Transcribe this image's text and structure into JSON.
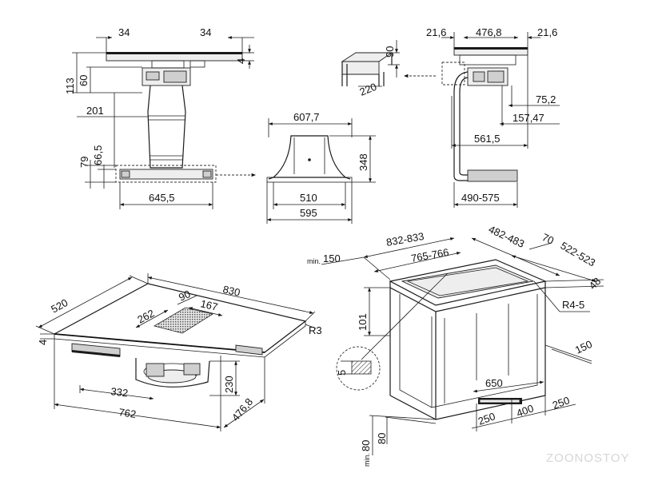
{
  "top_left_view": {
    "d_34_left": "34",
    "d_34_right": "34",
    "d_4": "4",
    "d_113": "113",
    "d_60": "60",
    "d_201": "201",
    "d_79": "79",
    "d_66_5": "66,5",
    "d_645_5": "645,5"
  },
  "kit_view": {
    "d_90": "90",
    "d_220": "220"
  },
  "top_right_view": {
    "d_21_6_left": "21,6",
    "d_476_8": "476,8",
    "d_21_6_right": "21,6",
    "d_75_2": "75,2",
    "d_157_47": "157,47",
    "d_561_5": "561,5",
    "d_490_575": "490-575"
  },
  "center_view": {
    "d_607_7": "607,7",
    "d_348": "348",
    "d_510": "510",
    "d_595": "595"
  },
  "hob_view": {
    "d_520": "520",
    "d_830": "830",
    "d_90": "90",
    "d_262": "262",
    "d_167": "167",
    "d_r3": "R3",
    "d_4": "4",
    "d_230": "230",
    "d_332": "332",
    "d_762": "762",
    "d_476_8": "476,8"
  },
  "cabinet_view": {
    "d_min150_prefix": "min.",
    "d_min150_value": "150",
    "d_832_833": "832-833",
    "d_765_766": "765-766",
    "d_482_483": "482-483",
    "d_70": "70",
    "d_522_523": "522-523",
    "d_48": "48",
    "d_r4_5": "R4-5",
    "d_101": "101",
    "d_5": "5",
    "d_150": "150",
    "d_650": "650",
    "d_250_left": "250",
    "d_400": "400",
    "d_250_right": "250",
    "d_min80_prefix": "min.",
    "d_min80_value": "80",
    "d_80": "80"
  },
  "watermark": "ZOONOSTOY"
}
